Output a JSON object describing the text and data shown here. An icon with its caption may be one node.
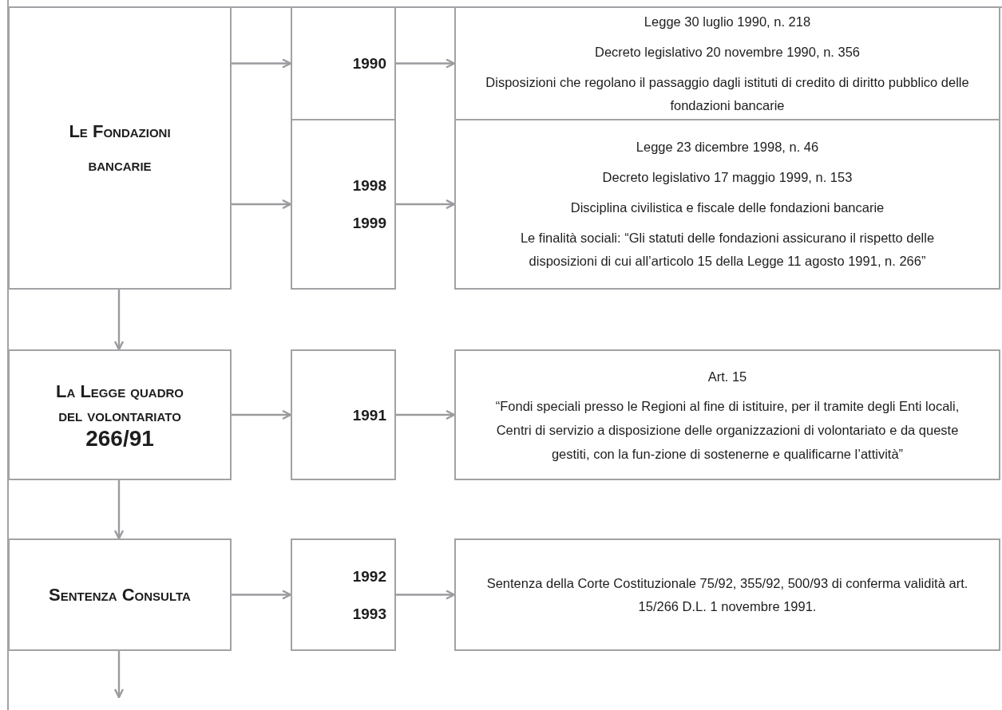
{
  "diagram": {
    "nodes": [
      {
        "text": [
          "Le Fondazioni bancarie"
        ]
      },
      {
        "text": [
          "1990"
        ]
      },
      {
        "text": [
          "1998",
          "1999"
        ]
      },
      {
        "text": [
          "Legge 30 luglio 1990, n. 218",
          "Decreto legislativo 20 novembre 1990, n. 356",
          "Disposizioni che regolano il passaggio dagli istituti di credito di diritto pubblico delle fondazioni bancarie"
        ]
      },
      {
        "text": [
          "Legge 23 dicembre 1998, n. 46",
          "Decreto legislativo 17 maggio 1999, n. 153",
          "Disciplina civilistica e fiscale delle fondazioni bancarie",
          "Le finalità sociali: “Gli statuti delle fondazioni assicurano il rispetto delle disposizioni di cui all’articolo 15 della Legge 11 agosto 1991, n. 266”"
        ]
      },
      {
        "text": [
          "La Legge quadro del volontariato",
          "266/91"
        ]
      },
      {
        "text": [
          "1991"
        ]
      },
      {
        "text": [
          "Art. 15",
          "“Fondi speciali presso le Regioni al fine di istituire, per il tramite degli Enti locali, Centri di servizio a disposizione delle organizzazioni di volontariato e da queste gestiti, con la fun-zione di sostenerne e qualificarne l’attività”"
        ]
      },
      {
        "text": [
          "Sentenza Consulta"
        ]
      },
      {
        "text": [
          "1992",
          "1993"
        ]
      },
      {
        "text": [
          "Sentenza della Corte Costituzionale 75/92, 355/92, 500/93 di conferma validità art. 15/266 D.L. 1 novembre 1991."
        ]
      }
    ],
    "edges": [
      {
        "from": 0,
        "to": 1,
        "arrow": "to"
      },
      {
        "from": 0,
        "to": 2,
        "arrow": "to"
      },
      {
        "from": 1,
        "to": 3,
        "arrow": "to"
      },
      {
        "from": 2,
        "to": 4,
        "arrow": "to"
      },
      {
        "from": 0,
        "to": 5,
        "arrow": "to"
      },
      {
        "from": 5,
        "to": 6,
        "arrow": "to"
      },
      {
        "from": 6,
        "to": 7,
        "arrow": "to"
      },
      {
        "from": 5,
        "to": 8,
        "arrow": "to"
      },
      {
        "from": 8,
        "to": 9,
        "arrow": "to"
      },
      {
        "from": 9,
        "to": 10,
        "arrow": "to"
      },
      {
        "from": 8,
        "to": null,
        "arrow": "to"
      }
    ]
  }
}
